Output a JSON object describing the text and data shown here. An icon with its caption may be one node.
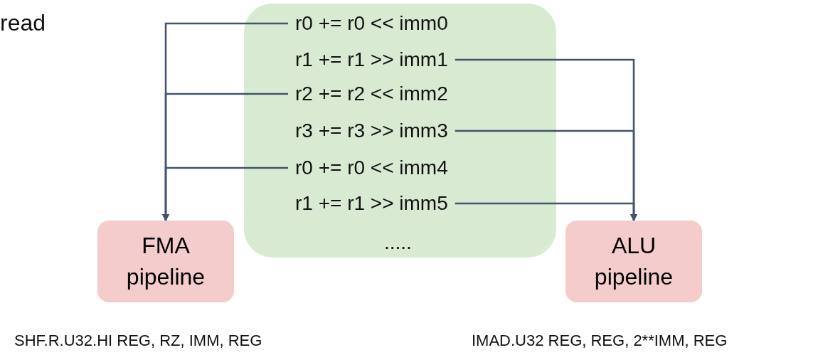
{
  "diagram": {
    "nodes": [
      {
        "text": [],
        "shape": "box"
      },
      {
        "text": [
          "r0 += r0 << imm0"
        ],
        "in": 0
      },
      {
        "text": [
          "r1 += r1 >> imm1"
        ],
        "in": 0
      },
      {
        "text": [
          "r2 += r2 << imm2"
        ],
        "in": 0
      },
      {
        "text": [
          "r3 += r3 >> imm3"
        ],
        "in": 0
      },
      {
        "text": [
          "r0 += r0 << imm4"
        ],
        "in": 0
      },
      {
        "text": [
          "r1 += r1 >> imm5"
        ],
        "in": 0
      },
      {
        "text": [
          "....."
        ],
        "in": 0
      },
      {
        "text": [
          "FMA pipeline"
        ]
      },
      {
        "text": [
          "ALU pipeline"
        ]
      }
    ],
    "edges": [
      {
        "from": 1,
        "to": 8,
        "arrow": "to"
      },
      {
        "from": 3,
        "to": 8,
        "arrow": "to"
      },
      {
        "from": 5,
        "to": 8,
        "arrow": "to"
      },
      {
        "from": 2,
        "to": 9,
        "arrow": "to"
      },
      {
        "from": 4,
        "to": 9,
        "arrow": "to"
      },
      {
        "from": 6,
        "to": 9,
        "arrow": "to"
      }
    ],
    "labels": [
      "read",
      "SHF.R.U32.HI REG, RZ, IMM, REG",
      "IMAD.U32 REG, REG, 2**IMM, REG"
    ]
  }
}
